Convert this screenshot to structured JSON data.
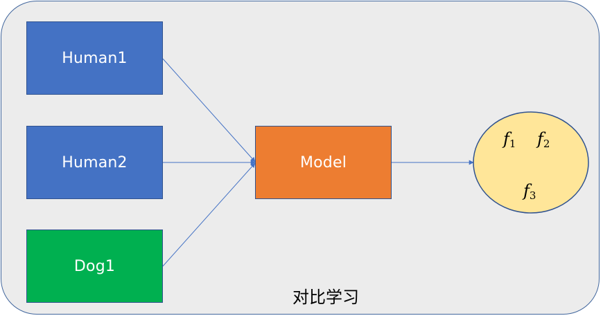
{
  "inputs": [
    {
      "label": "Human1",
      "color": "#4472c4"
    },
    {
      "label": "Human2",
      "color": "#4472c4"
    },
    {
      "label": "Dog1",
      "color": "#00b050"
    }
  ],
  "model": {
    "label": "Model",
    "color": "#ed7d31"
  },
  "feature_space": {
    "color": "#ffe699",
    "features": [
      {
        "symbol": "f",
        "index": "1"
      },
      {
        "symbol": "f",
        "index": "2"
      },
      {
        "symbol": "f",
        "index": "3"
      }
    ]
  },
  "caption": "对比学习",
  "colors": {
    "frame_fill": "#ececec",
    "frame_border": "#41669d",
    "arrow": "#4472c4"
  }
}
